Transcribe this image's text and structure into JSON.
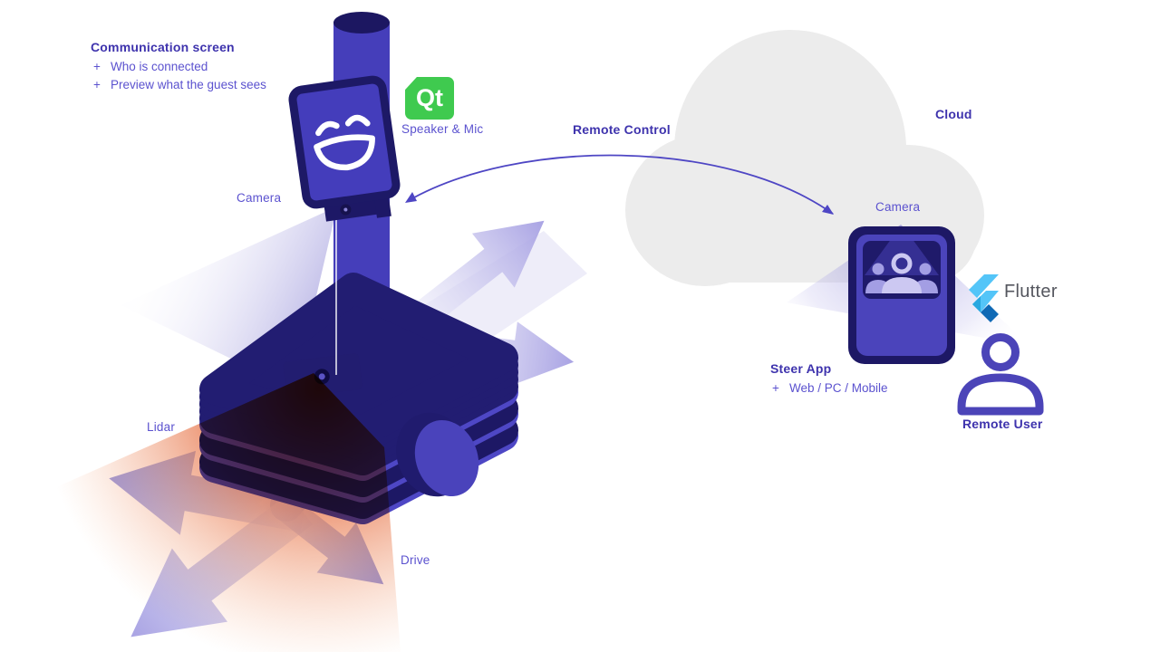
{
  "colors": {
    "robot_purple": "#453eba",
    "dark_navy": "#1d1865",
    "label_purple": "#5b52cf",
    "heading_purple": "#3e33ad",
    "qt_green": "#3fca4f",
    "lidar_orange": "#dc3f14",
    "arrow_lavender": "#a49ee2",
    "cloud_gray": "#ececec",
    "flutter_light_blue": "#54c5f8",
    "flutter_dark_blue": "#0f69b5",
    "flutter_text_gray": "#55575f"
  },
  "robot": {
    "communication_screen": {
      "title": "Communication screen",
      "bullet_prefix": "+",
      "bullets": [
        "Who is connected",
        "Preview what the guest sees"
      ]
    },
    "qt_badge_label": "Qt",
    "speaker_mic_label": "Speaker & Mic",
    "camera_label": "Camera",
    "lidar_label": "Lidar",
    "drive_label": "Drive"
  },
  "link": {
    "remote_control_label": "Remote Control"
  },
  "cloud": {
    "label": "Cloud"
  },
  "remote": {
    "camera_label": "Camera",
    "flutter_label": "Flutter",
    "steer_app": {
      "title": "Steer App",
      "bullet_prefix": "+",
      "bullets": [
        "Web / PC / Mobile"
      ]
    },
    "remote_user_label": "Remote User"
  }
}
